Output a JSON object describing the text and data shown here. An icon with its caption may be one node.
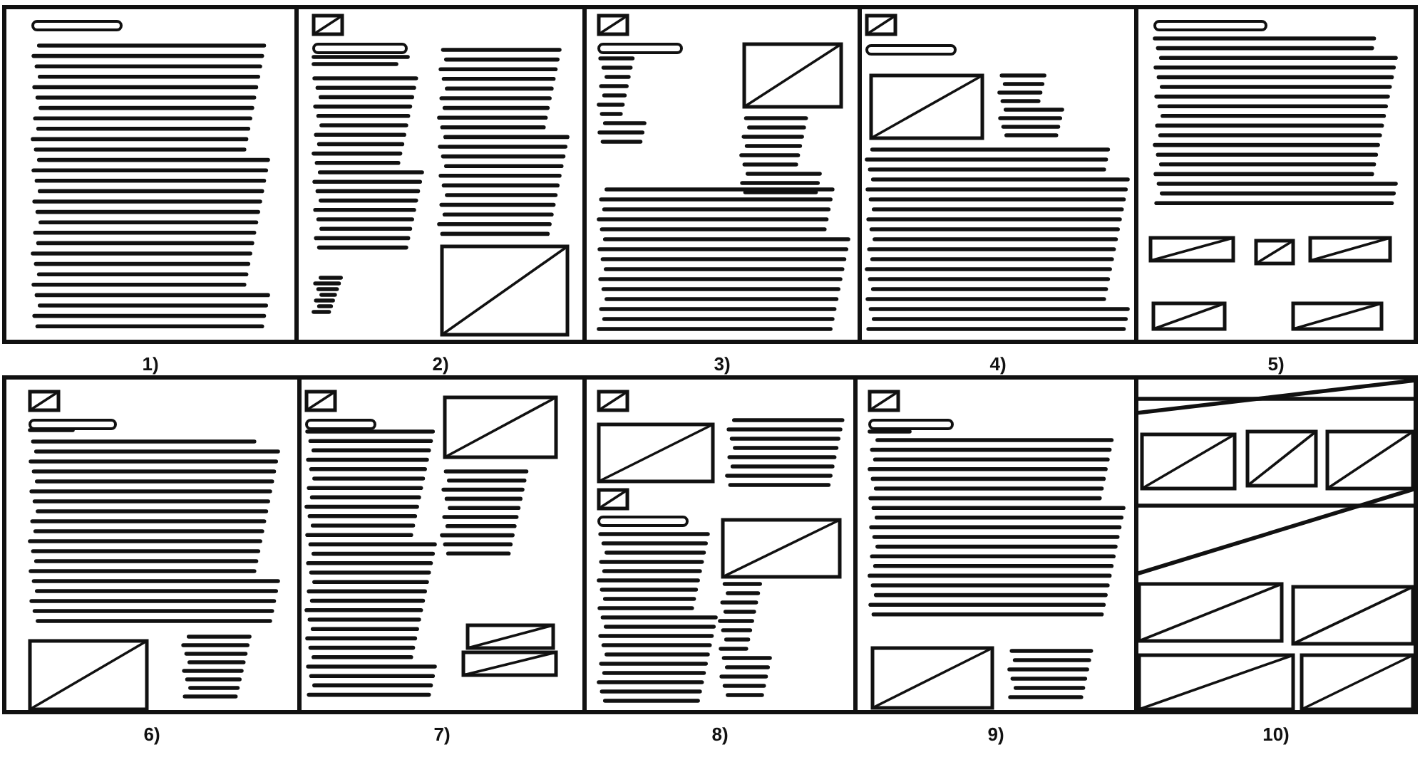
{
  "diagram": {
    "labels": [
      "1)",
      "2)",
      "3)",
      "4)",
      "5)",
      "6)",
      "7)",
      "8)",
      "9)",
      "10)"
    ]
  }
}
